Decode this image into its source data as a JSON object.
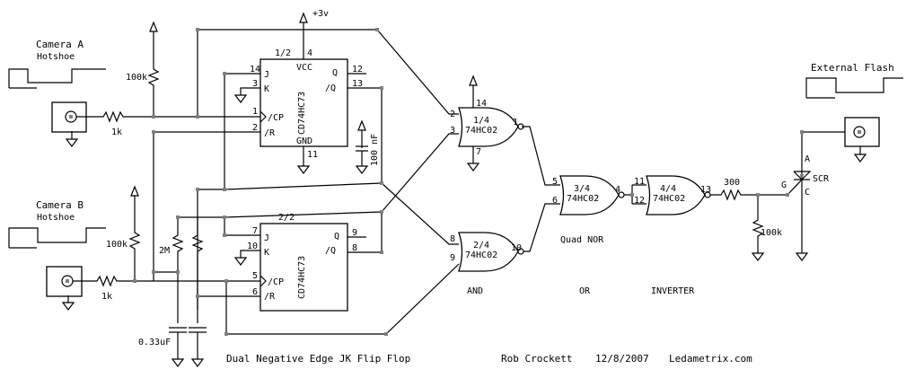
{
  "title_block": {
    "description": "Dual Negative Edge JK Flip Flop",
    "author": "Rob Crockett",
    "date": "12/8/2007",
    "website": "Ledametrix.com"
  },
  "inputs": {
    "camera_a": {
      "name": "Camera A",
      "sub": "Hotshoe"
    },
    "camera_b": {
      "name": "Camera B",
      "sub": "Hotshoe"
    },
    "output": {
      "name": "External Flash"
    }
  },
  "components": {
    "r_pullup_a": "100k",
    "r_series_a": "1k",
    "r_pullup_b": "100k",
    "r_series_b": "1k",
    "r_2m": "2M",
    "c_timing": "0.33uF",
    "c_bypass": "100 nF",
    "r_gate": "300",
    "r_gate_pulldown": "100k",
    "scr": "SCR",
    "scr_anode": "A",
    "scr_gate": "G",
    "scr_cathode": "C",
    "supply": "+3v"
  },
  "flipflop_1": {
    "section": "1/2",
    "part": "CD74HC73",
    "vcc": "VCC",
    "gnd": "GND",
    "pins": {
      "j": "J",
      "k": "K",
      "cp": "/CP",
      "r": "/R",
      "q": "Q",
      "qn": "/Q"
    },
    "pin_nums": {
      "vcc": "4",
      "j": "14",
      "k": "3",
      "cp": "1",
      "r": "2",
      "q": "12",
      "qn": "13",
      "gnd": "11"
    }
  },
  "flipflop_2": {
    "section": "2/2",
    "part": "CD74HC73",
    "pins": {
      "j": "J",
      "k": "K",
      "cp": "/CP",
      "r": "/R",
      "q": "Q",
      "qn": "/Q"
    },
    "pin_nums": {
      "j": "7",
      "k": "10",
      "cp": "5",
      "r": "6",
      "q": "9",
      "qn": "8"
    }
  },
  "gates": {
    "g1": {
      "section": "1/4",
      "part": "74HC02",
      "in_a": "2",
      "in_b": "3",
      "out": "1",
      "vcc": "14",
      "gnd": "7"
    },
    "g2": {
      "section": "2/4",
      "part": "74HC02",
      "in_a": "8",
      "in_b": "9",
      "out": "10"
    },
    "g3": {
      "section": "3/4",
      "part": "74HC02",
      "in_a": "5",
      "in_b": "6",
      "out": "4"
    },
    "g4": {
      "section": "4/4",
      "part": "74HC02",
      "in_a": "11",
      "in_b": "12",
      "out": "13"
    }
  },
  "function_labels": {
    "quad": "Quad NOR",
    "and": "AND",
    "or": "OR",
    "inverter": "INVERTER"
  }
}
